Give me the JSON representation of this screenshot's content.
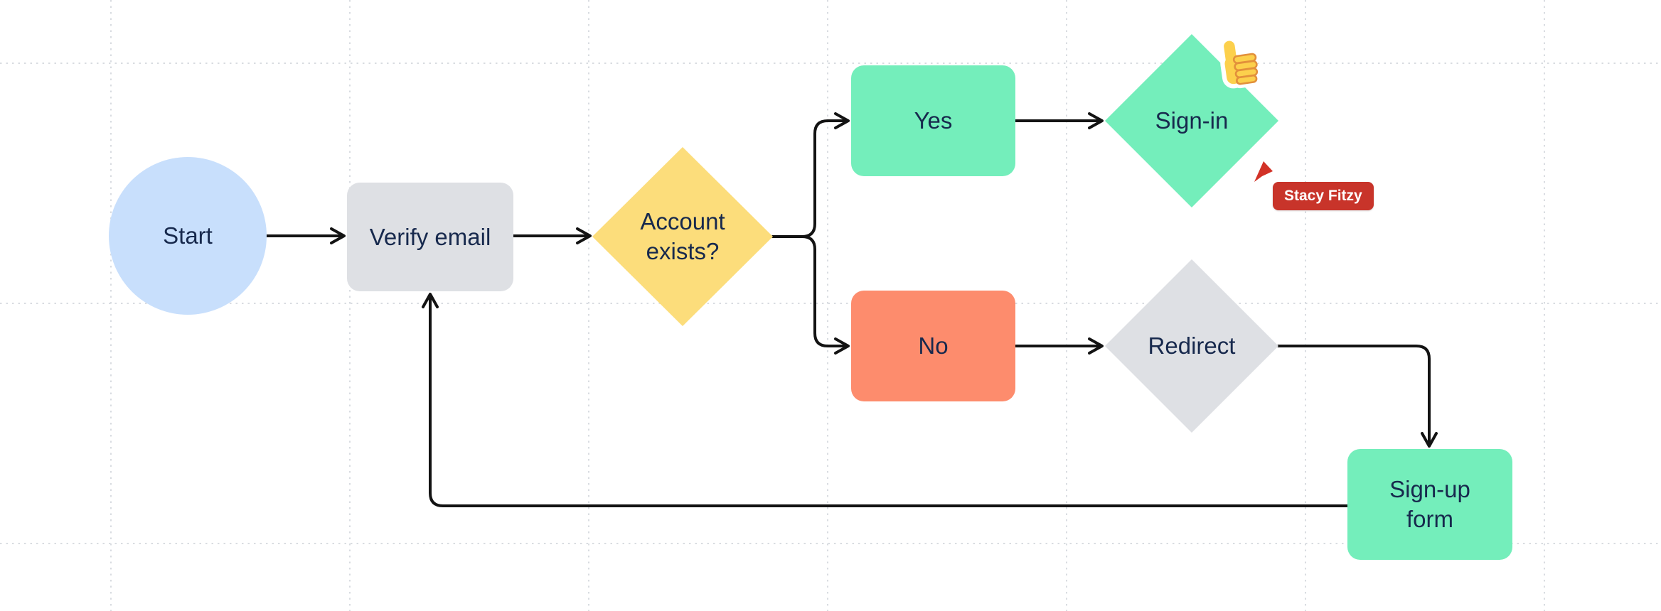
{
  "canvas": {
    "background_color": "#ffffff",
    "grid_color": "#d9dce1",
    "connector_color": "#131313",
    "text_color": "#17294d"
  },
  "nodes": {
    "start": {
      "label": "Start",
      "shape": "circle",
      "fill": "#c8dffc"
    },
    "verify_email": {
      "label": "Verify email",
      "shape": "rounded-rectangle",
      "fill": "#dee0e4"
    },
    "account_exists": {
      "label": "Account exists?",
      "shape": "diamond",
      "fill": "#fcdd7b"
    },
    "yes": {
      "label": "Yes",
      "shape": "rounded-rectangle",
      "fill": "#74eebb"
    },
    "sign_in": {
      "label": "Sign-in",
      "shape": "diamond",
      "fill": "#74eebb"
    },
    "no": {
      "label": "No",
      "shape": "rounded-rectangle",
      "fill": "#fd8c6d"
    },
    "redirect": {
      "label": "Redirect",
      "shape": "diamond",
      "fill": "#dee0e4"
    },
    "sign_up_form": {
      "label": "Sign-up form",
      "shape": "rounded-rectangle",
      "fill": "#74eebb"
    }
  },
  "connectors": [
    {
      "from": "start",
      "to": "verify_email"
    },
    {
      "from": "verify_email",
      "to": "account_exists"
    },
    {
      "from": "account_exists",
      "to": "yes"
    },
    {
      "from": "account_exists",
      "to": "no"
    },
    {
      "from": "yes",
      "to": "sign_in"
    },
    {
      "from": "no",
      "to": "redirect"
    },
    {
      "from": "redirect",
      "to": "sign_up_form"
    },
    {
      "from": "sign_up_form",
      "to": "verify_email"
    }
  ],
  "sticker": {
    "icon": "thumbs-up-emoji",
    "hand_color": "#fcd04c",
    "outline_color": "#e2903b",
    "sticker_border_color": "#ffffff"
  },
  "collaborator": {
    "name": "Stacy Fitzy",
    "cursor_color": "#d23227",
    "label_color": "#c8342a",
    "label_text_color": "#ffffff"
  }
}
